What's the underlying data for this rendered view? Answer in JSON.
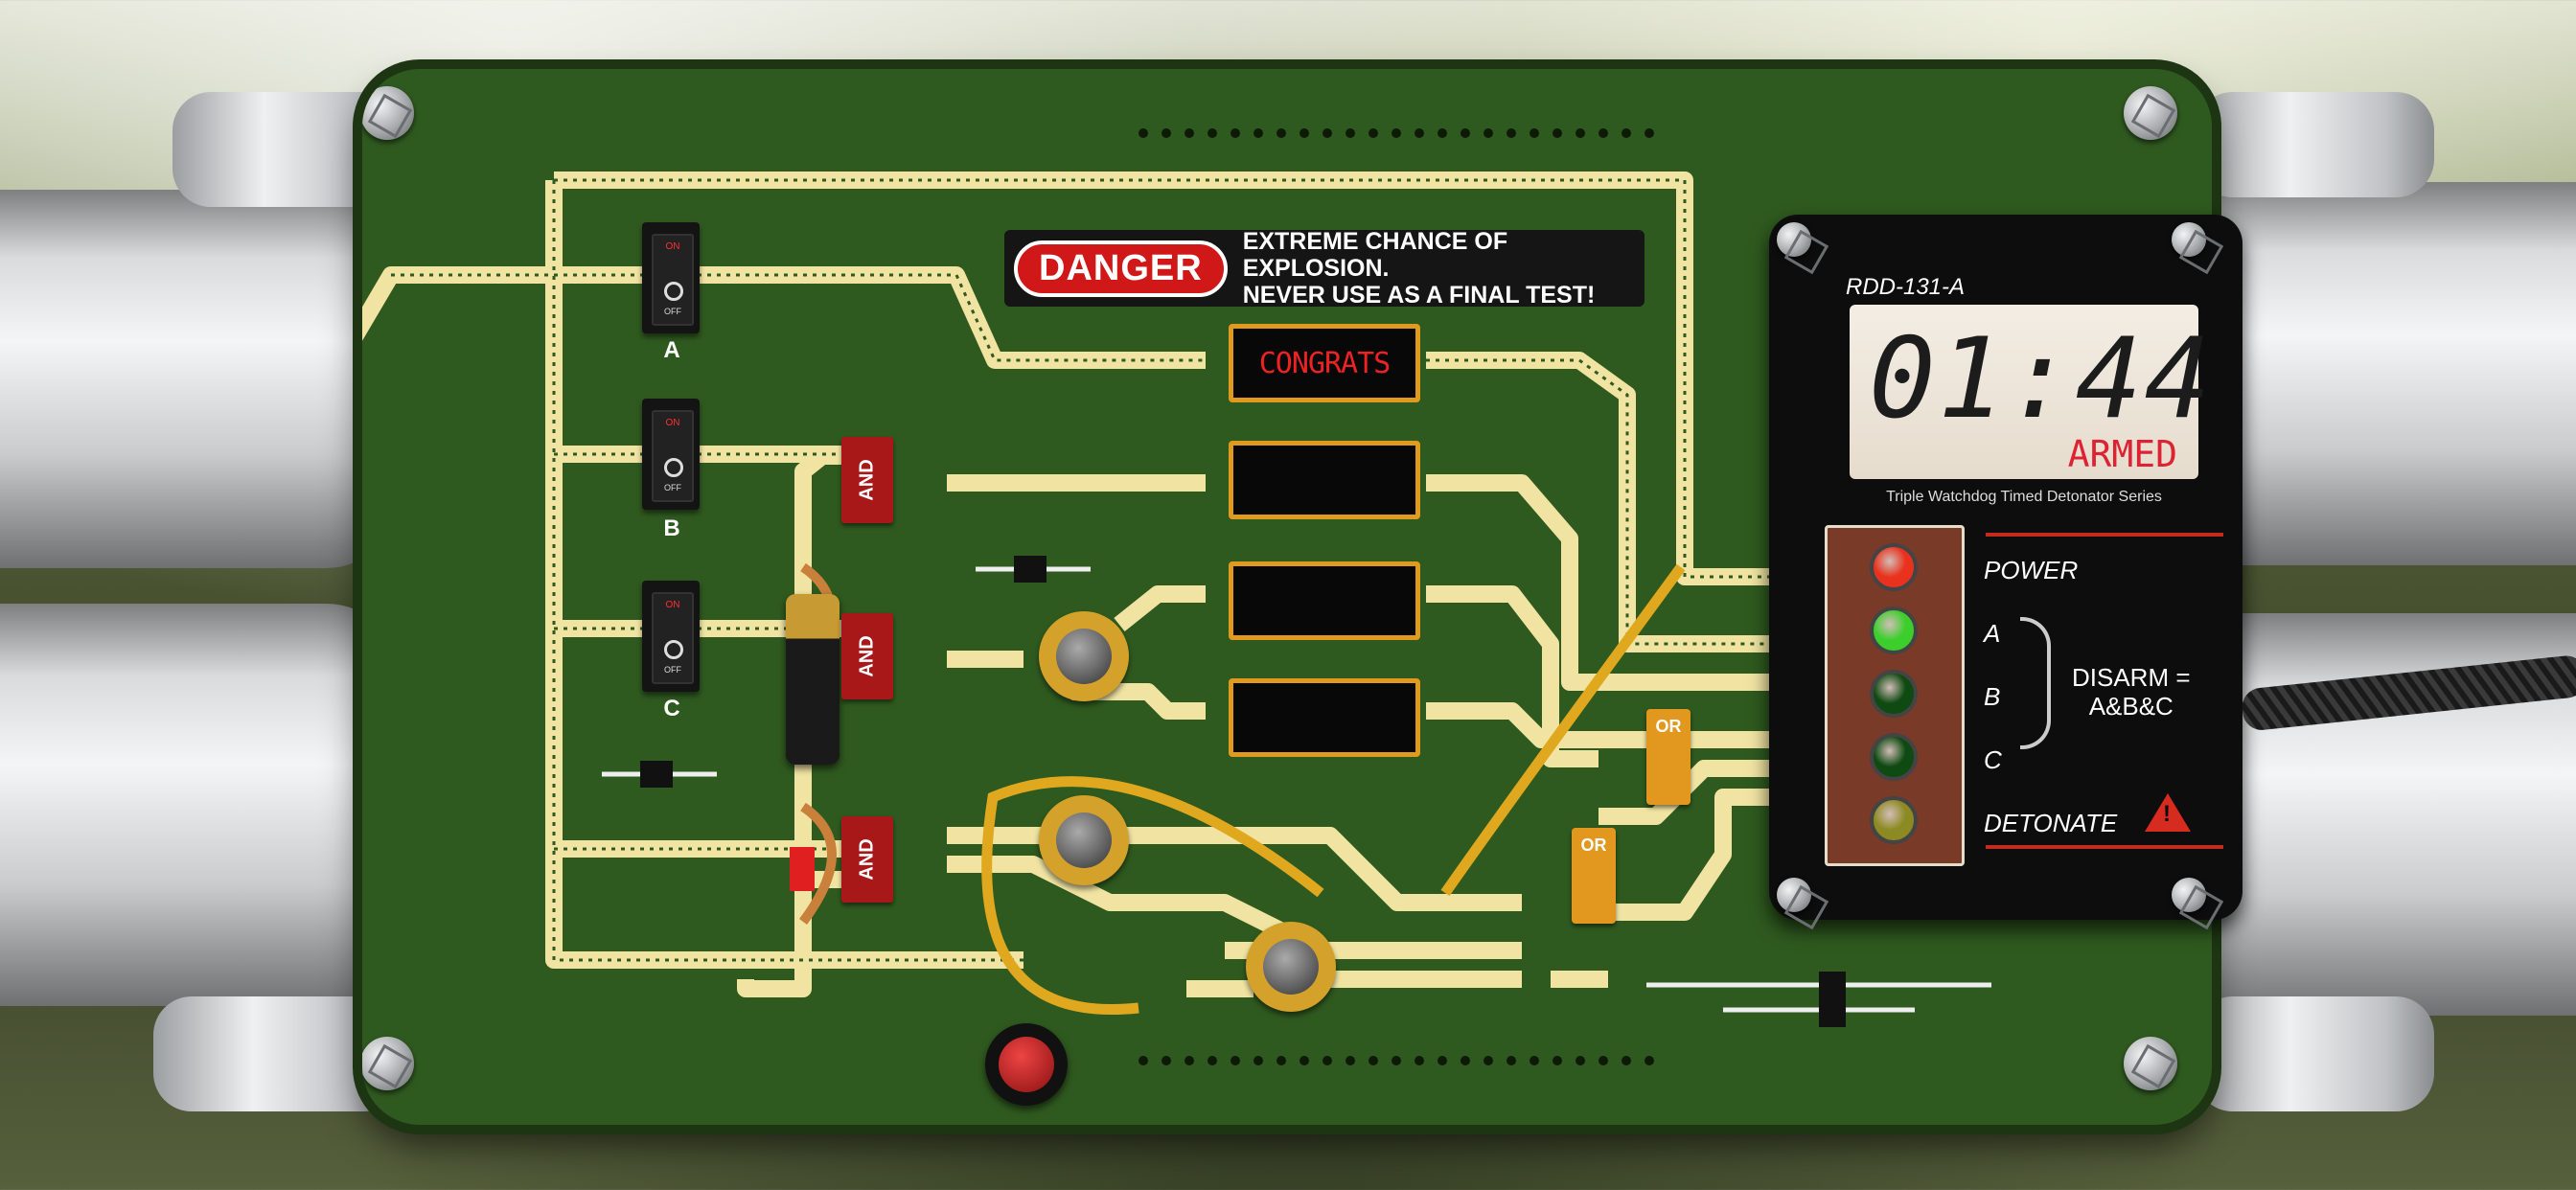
{
  "danger": {
    "badge": "DANGER",
    "line1": "EXTREME CHANCE OF EXPLOSION.",
    "line2": "NEVER USE AS A FINAL TEST!"
  },
  "switches": [
    {
      "label": "A",
      "on": "ON",
      "off": "OFF"
    },
    {
      "label": "B",
      "on": "ON",
      "off": "OFF"
    },
    {
      "label": "C",
      "on": "ON",
      "off": "OFF"
    }
  ],
  "gates": {
    "and": "AND",
    "or": "OR"
  },
  "congrats_display": "CONGRATS",
  "detonator": {
    "model": "RDD-131-A",
    "time": "01:44",
    "state": "ARMED",
    "series": "Triple Watchdog Timed Detonator Series",
    "leds": [
      {
        "label": "POWER",
        "color": "#e8321e"
      },
      {
        "label": "A",
        "color": "#3ccf2c"
      },
      {
        "label": "B",
        "color": "#0f4a12"
      },
      {
        "label": "C",
        "color": "#0f4a12"
      },
      {
        "label": "DETONATE",
        "color": "#8c8a22"
      }
    ],
    "disarm_line1": "DISARM =",
    "disarm_line2": "A&B&C"
  }
}
